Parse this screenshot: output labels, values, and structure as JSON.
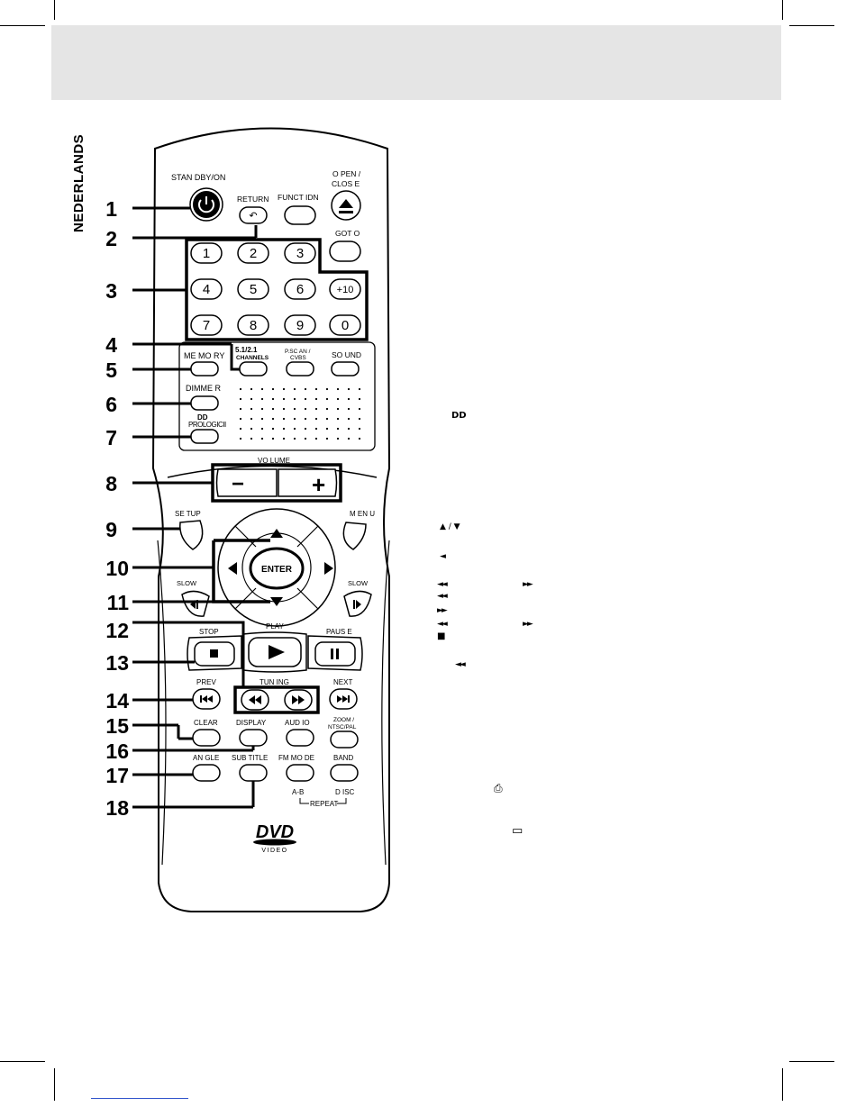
{
  "language_tab": "NEDERLANDS",
  "remote": {
    "standby": "STAN DBY/ON",
    "return": "RETURN",
    "function": "FUNCT IDN",
    "open_close_1": "O PEN /",
    "open_close_2": "CLOS E",
    "goto": "GOT O",
    "digits": [
      "1",
      "2",
      "3",
      "4",
      "5",
      "6",
      "+10",
      "7",
      "8",
      "9",
      "0"
    ],
    "channels_1": "5.1/2.1",
    "channels_2": "CHANNELS",
    "pscan_1": "P.SC AN /",
    "pscan_2": "CVBS",
    "sound": "SO UND",
    "memory": "ME MO RY",
    "dimmer": "DIMME R",
    "prologic": "PROLOGICII",
    "dolby_mark": "DD",
    "volume": "VO LUME",
    "vol_minus": "−",
    "vol_plus": "+",
    "setup": "SE TUP",
    "menu": "M EN U",
    "enter": "ENTER",
    "slow_left": "SLOW",
    "slow_right": "SLOW",
    "stop": "STOP",
    "play": "PLAY",
    "pause": "PAUS E",
    "prev": "PREV",
    "tuning": "TUN ING",
    "next": "NEXT",
    "clear": "CLEAR",
    "display": "DISPLAY",
    "audio": "AUD IO",
    "zoom_1": "ZOOM /",
    "zoom_2": "NTSC/PAL",
    "angle": "AN GLE",
    "subtitle": "SUB TITLE",
    "fm_mode": "FM MO DE",
    "band": "BAND",
    "ab": "A-B",
    "disc": "D ISC",
    "repeat": "REPEAT",
    "dvd_logo": "DVD",
    "dvd_video": "VIDEO"
  },
  "callouts": [
    "1",
    "2",
    "3",
    "4",
    "5",
    "6",
    "7",
    "8",
    "9",
    "10",
    "11",
    "12",
    "13",
    "14",
    "15",
    "16",
    "17",
    "18"
  ],
  "glyphs": {
    "dolby": "DD",
    "up_down": "▲ / ▼",
    "left": "◄",
    "rew1": "◄◄",
    "ff1": "►►",
    "rew2": "◄◄",
    "ff2": "►►",
    "rew3": "◄◄",
    "ff3": "►►",
    "stop_sq": "■",
    "rew4": "◄◄",
    "angle_icon": "⎙",
    "subtitle_icon": "▭"
  }
}
